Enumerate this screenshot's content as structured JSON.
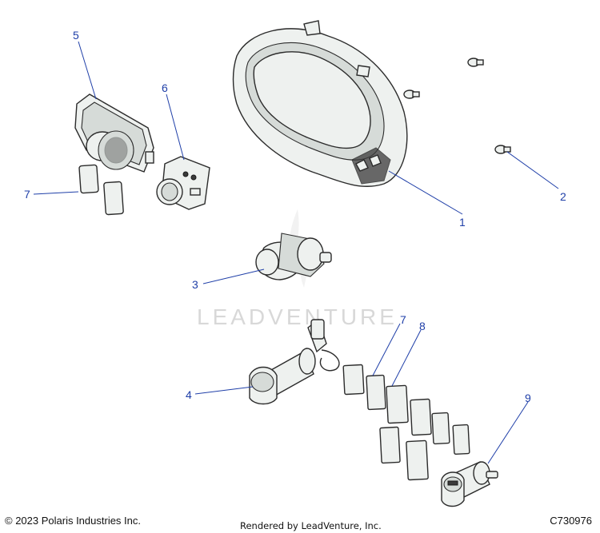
{
  "watermark": "LEADVENTURE",
  "callouts": {
    "c1": "1",
    "c2": "2",
    "c3": "3",
    "c4": "4",
    "c5": "5",
    "c6": "6",
    "c7a": "7",
    "c7b": "7",
    "c8": "8",
    "c9": "9"
  },
  "footer": {
    "copyright": "© 2023 Polaris Industries Inc.",
    "rendered_by": "Rendered by LeadVenture, Inc.",
    "part_code": "C730976"
  },
  "colors": {
    "callout": "#1f3fa8",
    "line_art": "#2b2b2b"
  }
}
